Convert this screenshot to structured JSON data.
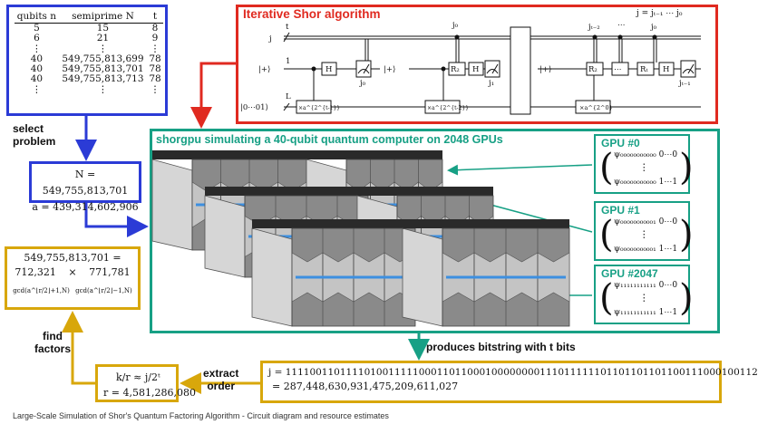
{
  "table": {
    "headers": {
      "qubits": "qubits n",
      "semiprime": "semiprime N",
      "t": "t"
    },
    "rows": [
      [
        "5",
        "15",
        "8"
      ],
      [
        "6",
        "21",
        "9"
      ],
      [
        "⋮",
        "⋮",
        "⋮"
      ],
      [
        "40",
        "549,755,813,699",
        "78"
      ],
      [
        "40",
        "549,755,813,701",
        "78"
      ],
      [
        "40",
        "549,755,813,713",
        "78"
      ],
      [
        "⋮",
        "⋮",
        "⋮"
      ]
    ]
  },
  "select_problem_label": [
    "select",
    "problem"
  ],
  "problem": {
    "n_line": "N = 549,755,813,701",
    "a_line": "a = 439,314,602,906"
  },
  "circuit": {
    "title": "Iterative Shor algorithm",
    "register_labels": {
      "j": "j",
      "one": "|+⟩",
      "zero": "|0⋯01⟩"
    },
    "wire_counts": {
      "t": "t",
      "one": "1",
      "L": "L"
    },
    "plus_state": "|+⟩",
    "gates": {
      "H": "H",
      "R2": "R₂",
      "Rt": "Rₜ",
      "ellipsis": "⋯",
      "mult1": "×a^{2^{t-1}}",
      "mult2": "×a^{2^{t-2}}",
      "mult3": "×a^{2^0}"
    },
    "meas_labels": [
      "j₀",
      "j₁",
      "jₜ₋₁"
    ],
    "top_labels": [
      "j₀",
      "jₜ₋₂",
      "⋯",
      "j₀"
    ],
    "result_label": "j = jₜ₋₁ ⋯ j₀"
  },
  "simulation_title": "shorgpu simulating a 40-qubit quantum computer on 2048 GPUs",
  "gpus": [
    {
      "name": "GPU #0",
      "row_first": "ψ₀₀₀₀₀₀₀₀₀₀₀ 0⋯0",
      "row_last": "ψ₀₀₀₀₀₀₀₀₀₀₀ 1⋯1"
    },
    {
      "name": "GPU #1",
      "row_first": "ψ₀₀₀₀₀₀₀₀₀₀₁ 0⋯0",
      "row_last": "ψ₀₀₀₀₀₀₀₀₀₀₁ 1⋯1"
    },
    {
      "name": "GPU #2047",
      "row_first": "ψ₁₁₁₁₁₁₁₁₁₁₁ 0⋯0",
      "row_last": "ψ₁₁₁₁₁₁₁₁₁₁₁ 1⋯1"
    }
  ],
  "vdots": "⋮",
  "produces_label": "produces bitstring with t bits",
  "bitstring": {
    "line1": "j = 111100110111101001111100011011000100000000111011111101101101101100111000100112",
    "line2": "= 287,448,630,931,475,209,611,027"
  },
  "extract_order_label": [
    "extract",
    "order"
  ],
  "order": {
    "line1": "k/r ≈ j/2ᵗ",
    "line2": "r = 4,581,286,080"
  },
  "find_factors_label": [
    "find",
    "factors"
  ],
  "factors": {
    "line1": "549,755,813,701 =",
    "p": "712,321",
    "times": "×",
    "q": "771,781",
    "gcd1": "gcd(a^⌊r/2⌋+1,N)",
    "gcd2": "gcd(a^⌊r/2⌋−1,N)"
  },
  "caption": "Large-Scale Simulation of Shor's Quantum Factoring Algorithm - Circuit diagram and resource estimates",
  "colors": {
    "blue": "#2b3bd6",
    "red": "#e02a20",
    "teal": "#17a085",
    "gold": "#d8a70b"
  }
}
